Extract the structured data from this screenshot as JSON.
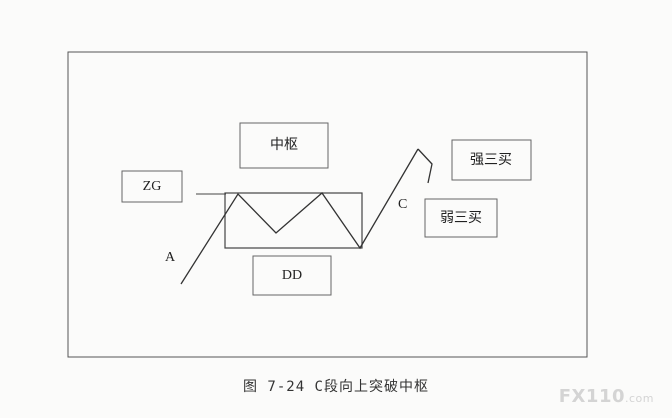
{
  "labels": {
    "zhongshu": "中枢",
    "zg": "ZG",
    "dd": "DD",
    "a": "A",
    "c": "C",
    "qiang_san_mai": "强三买",
    "ruo_san_mai": "弱三买"
  },
  "caption": "图 7-24  C段向上突破中枢",
  "watermark": {
    "main": "FX110",
    "suffix": ".com"
  }
}
